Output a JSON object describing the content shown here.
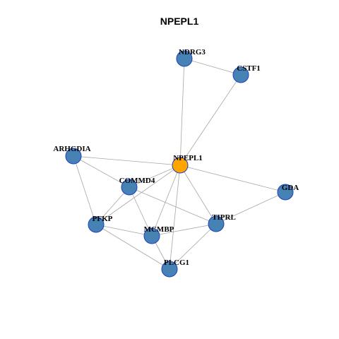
{
  "title": "NPEPL1",
  "colors": {
    "node_fill": "#4682b4",
    "center_fill": "#ffa500",
    "node_border": "#1f3fbf",
    "edge": "#a6a6a6"
  },
  "nodes": [
    {
      "id": "NDRG3",
      "label": "NDRG3",
      "center": false
    },
    {
      "id": "CSTF1",
      "label": "CSTF1",
      "center": false
    },
    {
      "id": "ARHGDIA",
      "label": "ARHGDIA",
      "center": false
    },
    {
      "id": "NPEPL1",
      "label": "NPEPL1",
      "center": true
    },
    {
      "id": "COMMD4",
      "label": "COMMD4",
      "center": false
    },
    {
      "id": "GDA",
      "label": "GDA",
      "center": false
    },
    {
      "id": "TIPRL",
      "label": "TIPRL",
      "center": false
    },
    {
      "id": "PFKP",
      "label": "PFKP",
      "center": false
    },
    {
      "id": "MCMBP",
      "label": "MCMBP",
      "center": false
    },
    {
      "id": "PLCG1",
      "label": "PLCG1",
      "center": false
    }
  ],
  "edges": [
    [
      "NDRG3",
      "CSTF1"
    ],
    [
      "NDRG3",
      "NPEPL1"
    ],
    [
      "CSTF1",
      "NPEPL1"
    ],
    [
      "ARHGDIA",
      "NPEPL1"
    ],
    [
      "ARHGDIA",
      "COMMD4"
    ],
    [
      "ARHGDIA",
      "PFKP"
    ],
    [
      "NPEPL1",
      "COMMD4"
    ],
    [
      "NPEPL1",
      "PFKP"
    ],
    [
      "NPEPL1",
      "MCMBP"
    ],
    [
      "NPEPL1",
      "PLCG1"
    ],
    [
      "NPEPL1",
      "TIPRL"
    ],
    [
      "NPEPL1",
      "GDA"
    ],
    [
      "COMMD4",
      "PFKP"
    ],
    [
      "COMMD4",
      "MCMBP"
    ],
    [
      "COMMD4",
      "TIPRL"
    ],
    [
      "GDA",
      "TIPRL"
    ],
    [
      "TIPRL",
      "MCMBP"
    ],
    [
      "TIPRL",
      "PLCG1"
    ],
    [
      "PFKP",
      "MCMBP"
    ],
    [
      "PFKP",
      "PLCG1"
    ],
    [
      "MCMBP",
      "PLCG1"
    ]
  ]
}
